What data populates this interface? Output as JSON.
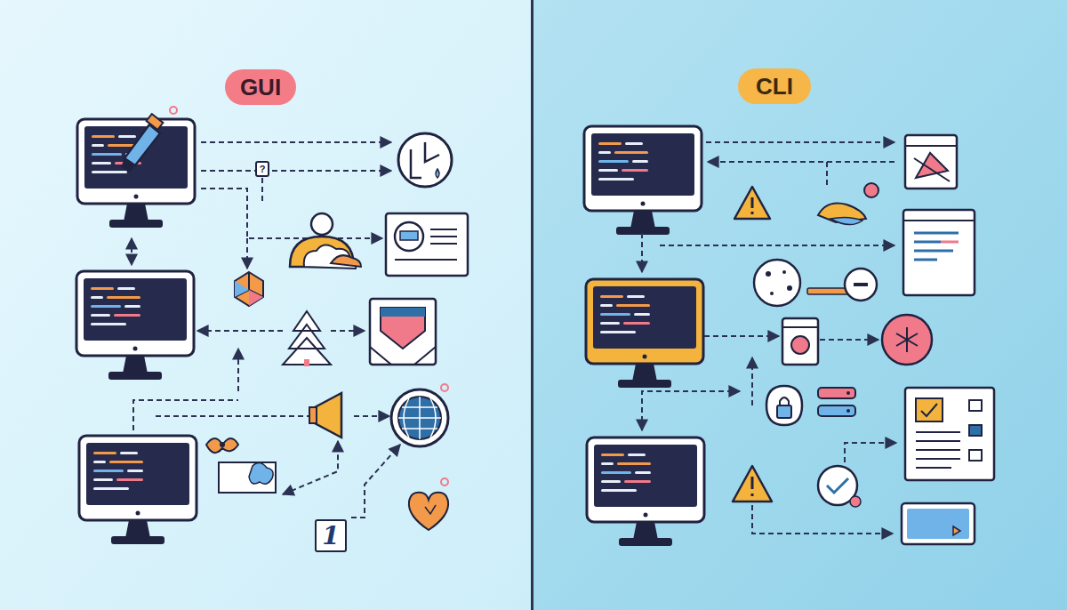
{
  "diagram": {
    "nodes": [
      {
        "text": [
          "GUI"
        ]
      },
      {
        "text": [
          "CLI"
        ]
      },
      {
        "text": [
          "?"
        ]
      },
      {
        "text": [
          "1"
        ]
      }
    ]
  }
}
